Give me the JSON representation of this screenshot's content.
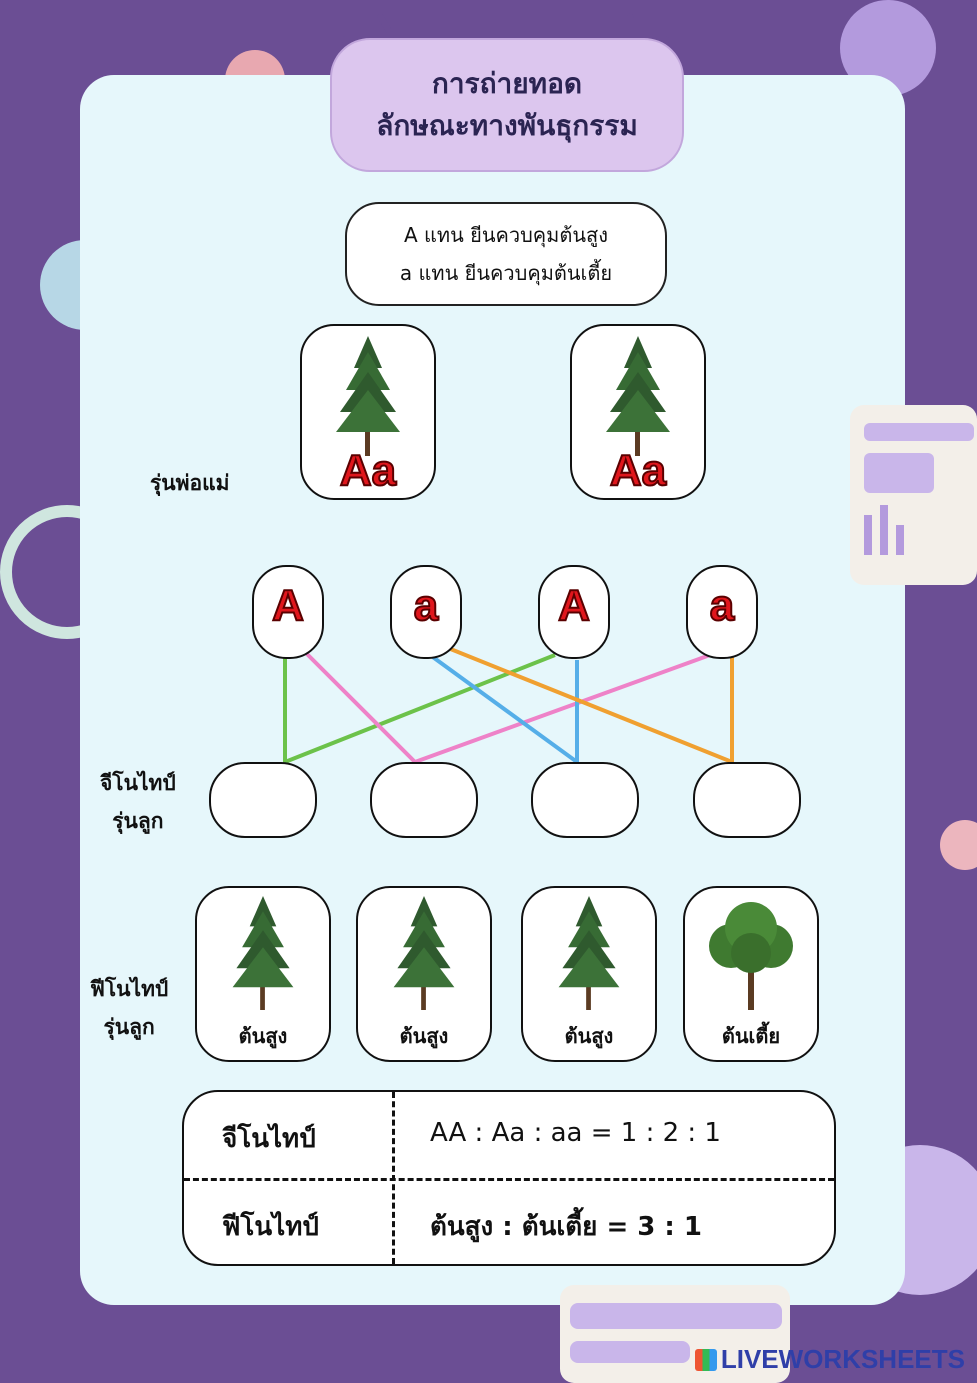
{
  "title": {
    "line1": "การถ่ายทอด",
    "line2": "ลักษณะทางพันธุกรรม"
  },
  "legend": {
    "line1": "A แทน ยีนควบคุมต้นสูง",
    "line2": "a แทน ยีนควบคุมต้นเตี้ย"
  },
  "parents": {
    "label": "รุ่นพ่อแม่",
    "items": [
      {
        "genotype": "Aa"
      },
      {
        "genotype": "Aa"
      }
    ]
  },
  "gametes": [
    "A",
    "a",
    "A",
    "a"
  ],
  "offspring_genotype": {
    "label_line1": "จีโนไทป์",
    "label_line2": "รุ่นลูก"
  },
  "offspring_phenotype": {
    "label_line1": "ฟีโนไทป์",
    "label_line2": "รุ่นลูก",
    "items": [
      {
        "label": "ต้นสูง"
      },
      {
        "label": "ต้นสูง"
      },
      {
        "label": "ต้นสูง"
      },
      {
        "label": "ต้นเตี้ย"
      }
    ]
  },
  "summary": {
    "genotype_label": "จีโนไทป์",
    "genotype_ratio": "AA : Aa : aa = 1 : 2 : 1",
    "phenotype_label": "ฟีโนไทป์",
    "phenotype_ratio": "ต้นสูง : ต้นเตี้ย = 3 : 1"
  },
  "line_colors": {
    "green": "#6cc24a",
    "pink": "#ee82c8",
    "blue": "#55aee8",
    "orange": "#f0a030"
  },
  "watermark": "LIVEWORKSHEETS"
}
